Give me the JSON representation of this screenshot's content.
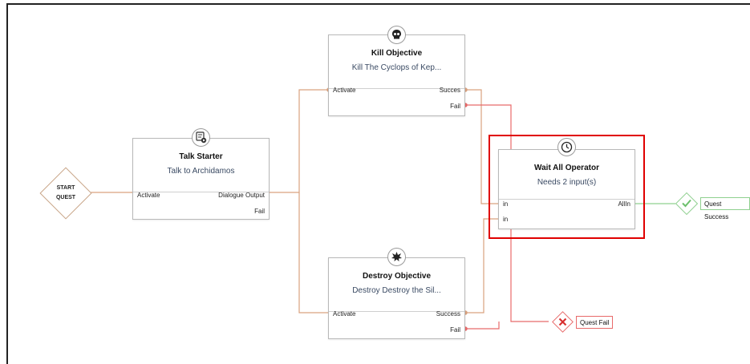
{
  "start": {
    "line1": "START",
    "line2": "QUEST"
  },
  "nodes": {
    "talk": {
      "title": "Talk Starter",
      "subtitle": "Talk to Archidamos",
      "in_port": "Activate",
      "out_port": "Dialogue Output",
      "fail_port": "Fail",
      "icon": "dialogue-icon"
    },
    "kill": {
      "title": "Kill Objective",
      "subtitle": "Kill The Cyclops of Kep...",
      "in_port": "Activate",
      "out_port": "Succes",
      "fail_port": "Fail",
      "icon": "skull-icon"
    },
    "destroy": {
      "title": "Destroy Objective",
      "subtitle": "Destroy Destroy the Sil...",
      "in_port": "Activate",
      "out_port": "Success",
      "fail_port": "Fail",
      "icon": "explosion-icon"
    },
    "wait": {
      "title": "Wait All Operator",
      "subtitle": "Needs 2 input(s)",
      "in_port_1": "in",
      "in_port_2": "in",
      "out_port": "AllIn",
      "icon": "clock-icon"
    }
  },
  "outcomes": {
    "success": {
      "label": "Quest Success",
      "icon": "check-icon"
    },
    "fail": {
      "label": "Quest Fail",
      "icon": "x-icon"
    }
  },
  "colors": {
    "activate_wire": "#d9a27f",
    "fail_wire": "#e86a6a",
    "success_wire": "#8fd08f",
    "selection": "#e00000"
  }
}
